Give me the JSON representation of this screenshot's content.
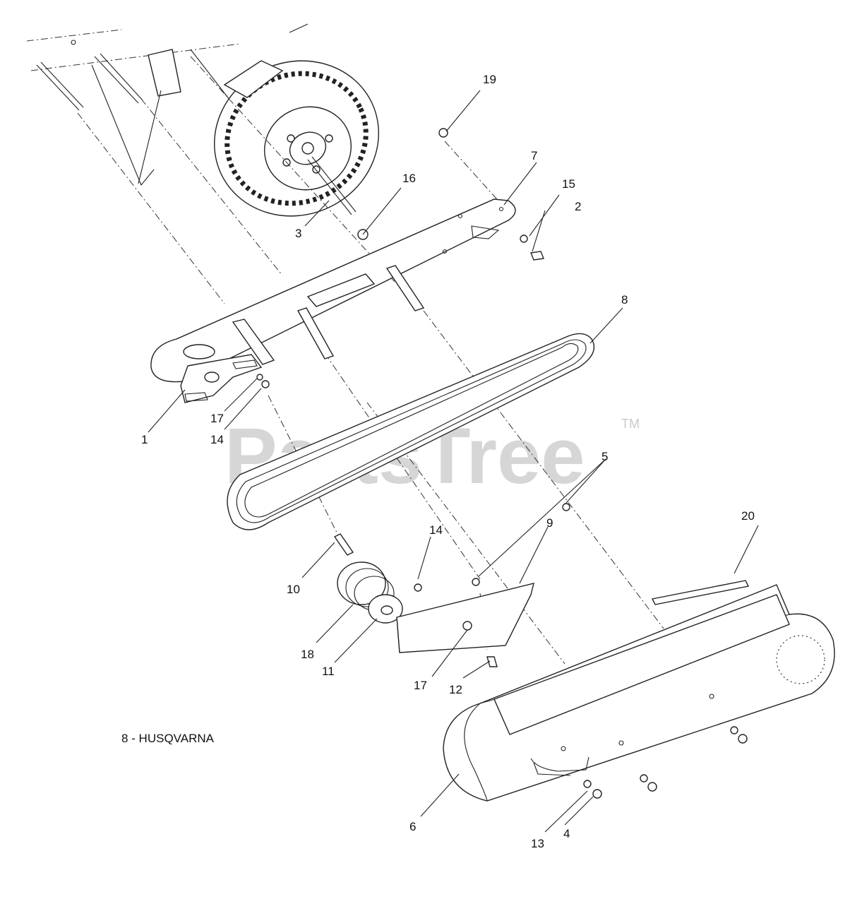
{
  "caption": "8 - HUSQVARNA",
  "watermark": {
    "text": "PartsTree",
    "tm": "TM"
  },
  "callouts": [
    {
      "id": "c1",
      "label": "1"
    },
    {
      "id": "c2",
      "label": "2"
    },
    {
      "id": "c3",
      "label": "3"
    },
    {
      "id": "c4",
      "label": "4"
    },
    {
      "id": "c5",
      "label": "5"
    },
    {
      "id": "c6",
      "label": "6"
    },
    {
      "id": "c7",
      "label": "7"
    },
    {
      "id": "c8",
      "label": "8"
    },
    {
      "id": "c9",
      "label": "9"
    },
    {
      "id": "c10",
      "label": "10"
    },
    {
      "id": "c11",
      "label": "11"
    },
    {
      "id": "c12",
      "label": "12"
    },
    {
      "id": "c13",
      "label": "13"
    },
    {
      "id": "c14a",
      "label": "14"
    },
    {
      "id": "c14b",
      "label": "14"
    },
    {
      "id": "c15",
      "label": "15"
    },
    {
      "id": "c16",
      "label": "16"
    },
    {
      "id": "c17a",
      "label": "17"
    },
    {
      "id": "c17b",
      "label": "17"
    },
    {
      "id": "c18",
      "label": "18"
    },
    {
      "id": "c19",
      "label": "19"
    },
    {
      "id": "c20",
      "label": "20"
    }
  ]
}
